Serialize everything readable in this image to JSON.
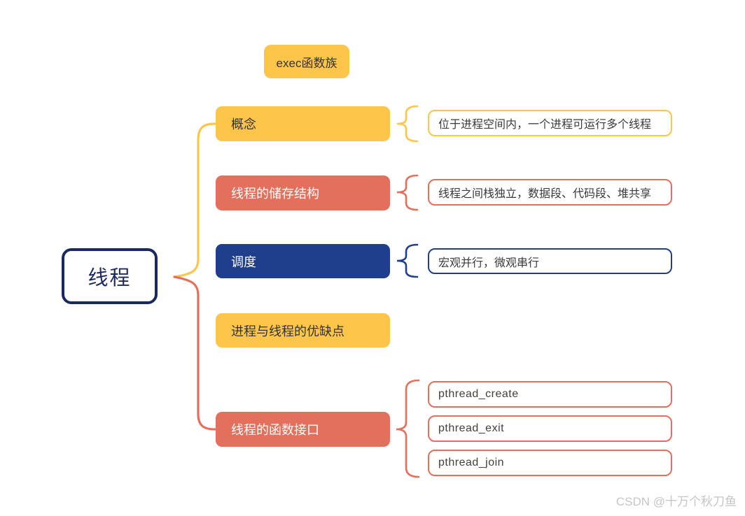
{
  "colors": {
    "yellow": "#FDC64B",
    "salmon": "#E2705C",
    "navy": "#1F3E8C",
    "root_border": "#1B2A5E",
    "dark_text": "#333333",
    "watermark_gray": "#C6C6C6",
    "background": "#ffffff"
  },
  "floating_topic": {
    "label": "exec函数族"
  },
  "root": {
    "label": "线程"
  },
  "branches": [
    {
      "label": "概念",
      "style": "yellow",
      "children": [
        {
          "label": "位于进程空间内，一个进程可运行多个线程"
        }
      ]
    },
    {
      "label": "线程的储存结构",
      "style": "salmon",
      "children": [
        {
          "label": "线程之间栈独立，数据段、代码段、堆共享"
        }
      ]
    },
    {
      "label": "调度",
      "style": "navy",
      "children": [
        {
          "label": "宏观并行，微观串行"
        }
      ]
    },
    {
      "label": "进程与线程的优缺点",
      "style": "yellow",
      "children": []
    },
    {
      "label": "线程的函数接口",
      "style": "salmon",
      "children": [
        {
          "label": "pthread_create"
        },
        {
          "label": "pthread_exit"
        },
        {
          "label": "pthread_join"
        }
      ]
    }
  ],
  "watermark": {
    "label": "CSDN @十万个秋刀鱼"
  }
}
